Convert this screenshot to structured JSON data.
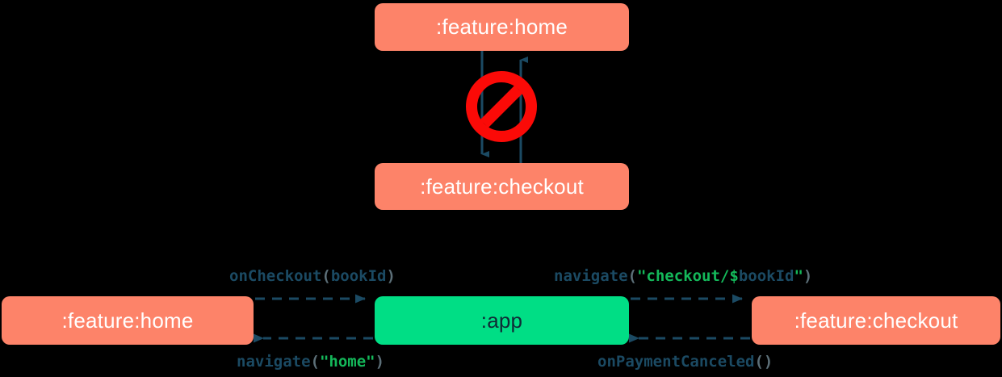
{
  "diagram": {
    "title": "module navigation dependency diagram",
    "colors": {
      "background": "#000000",
      "feature_module": "#FD8369",
      "app_module": "#00DE85",
      "edge": "#1B4A63",
      "forbidden": "#FB0A07",
      "string_literal": "#14B85A",
      "punctuation": "#5C6F78",
      "feature_text": "#FFFFFF",
      "app_text": "#102A36"
    },
    "top_section": {
      "nodes": [
        {
          "id": "home-top",
          "label": ":feature:home",
          "type": "feature"
        },
        {
          "id": "checkout-top",
          "label": ":feature:checkout",
          "type": "feature"
        }
      ],
      "edges": [
        {
          "id": "home-to-checkout",
          "from": ":feature:home",
          "to": ":feature:checkout",
          "style": "solid",
          "direction": "down"
        },
        {
          "id": "checkout-to-home",
          "from": ":feature:checkout",
          "to": ":feature:home",
          "style": "solid",
          "direction": "up"
        }
      ],
      "annotation": {
        "icon": "prohibition-sign",
        "meaning": "forbidden direct dependency"
      }
    },
    "bottom_section": {
      "nodes": [
        {
          "id": "home-bottom",
          "label": ":feature:home",
          "type": "feature"
        },
        {
          "id": "app-bottom",
          "label": ":app",
          "type": "app"
        },
        {
          "id": "checkout-bottom",
          "label": ":feature:checkout",
          "type": "feature"
        }
      ],
      "edges": [
        {
          "id": "home-to-app",
          "style": "dashed",
          "direction": "right",
          "label_plain": "onCheckout(bookId)",
          "tokens": [
            {
              "text": "onCheckout",
              "kind": "fn"
            },
            {
              "text": "(",
              "kind": "punct"
            },
            {
              "text": "bookId",
              "kind": "var"
            },
            {
              "text": ")",
              "kind": "punct"
            }
          ]
        },
        {
          "id": "app-to-checkout",
          "style": "dashed",
          "direction": "right",
          "label_plain": "navigate(\"checkout/$bookId\")",
          "tokens": [
            {
              "text": "navigate",
              "kind": "fn"
            },
            {
              "text": "(",
              "kind": "punct"
            },
            {
              "text": "\"checkout/$",
              "kind": "str"
            },
            {
              "text": "bookId",
              "kind": "var"
            },
            {
              "text": "\"",
              "kind": "str"
            },
            {
              "text": ")",
              "kind": "punct"
            }
          ]
        },
        {
          "id": "app-to-home",
          "style": "dashed",
          "direction": "left",
          "label_plain": "navigate(\"home\")",
          "tokens": [
            {
              "text": "navigate",
              "kind": "fn"
            },
            {
              "text": "(",
              "kind": "punct"
            },
            {
              "text": "\"home\"",
              "kind": "str"
            },
            {
              "text": ")",
              "kind": "punct"
            }
          ]
        },
        {
          "id": "checkout-to-app",
          "style": "dashed",
          "direction": "left",
          "label_plain": "onPaymentCanceled()",
          "tokens": [
            {
              "text": "onPaymentCanceled",
              "kind": "fn"
            },
            {
              "text": "()",
              "kind": "punct"
            }
          ]
        }
      ]
    }
  }
}
